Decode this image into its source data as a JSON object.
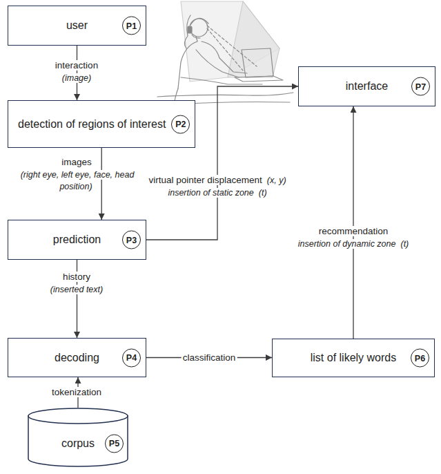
{
  "diagram": {
    "nodes": [
      {
        "text": [
          "user",
          "P1"
        ]
      },
      {
        "text": [
          "detection of regions of interest",
          "P2"
        ]
      },
      {
        "text": [
          "prediction",
          "P3"
        ]
      },
      {
        "text": [
          "decoding",
          "P4"
        ]
      },
      {
        "text": [
          "corpus",
          "P5"
        ]
      },
      {
        "text": [
          "list of likely words",
          "P6"
        ]
      },
      {
        "text": [
          "interface",
          "P7"
        ]
      }
    ],
    "edges": [
      {
        "from": 0,
        "to": 1,
        "label": "interaction",
        "arrow": "to"
      },
      {
        "from": 1,
        "to": 2,
        "label": "images",
        "arrow": "to"
      },
      {
        "from": 2,
        "to": 6,
        "label": "virtual pointer displacement",
        "arrow": "to"
      },
      {
        "from": 2,
        "to": 3,
        "label": "history",
        "arrow": "to"
      },
      {
        "from": 4,
        "to": 3,
        "label": "tokenization",
        "arrow": "to"
      },
      {
        "from": 3,
        "to": 5,
        "label": "classification",
        "arrow": "to"
      },
      {
        "from": 5,
        "to": 6,
        "label": "recommendation",
        "arrow": "to"
      }
    ],
    "labels": [
      "(image)",
      "(right eye, left eye, face, head position)",
      "(x, y)",
      "insertion of static zone",
      "(t)",
      "(inserted text)",
      "insertion of dynamic zone",
      "(t)"
    ]
  }
}
